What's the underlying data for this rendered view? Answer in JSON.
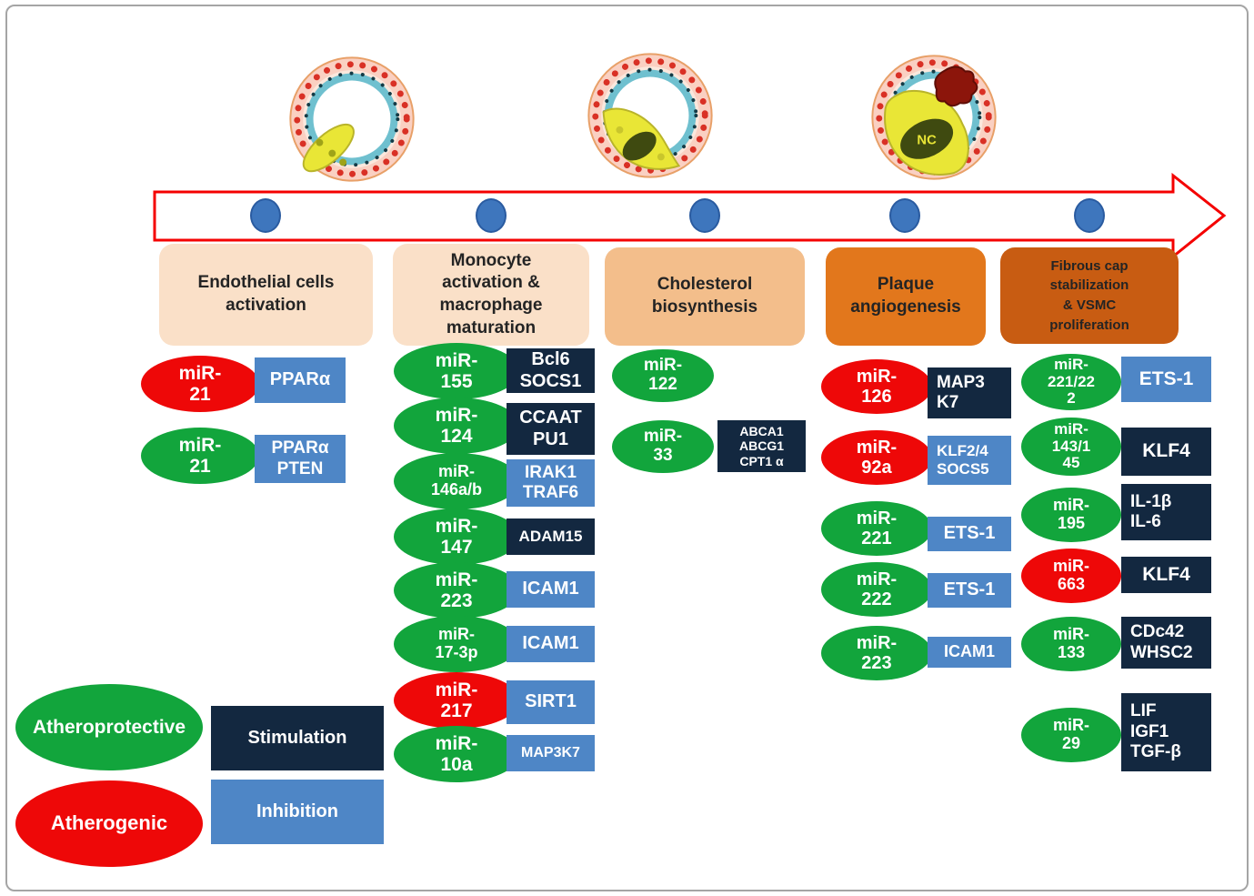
{
  "figure": {
    "border_color": "#A5A5A5",
    "background": "#FFFFFF"
  },
  "timeline": {
    "arrow_color": "#F40000",
    "dot_color": "#3E76BD",
    "dot_count": 5
  },
  "arteries": {
    "nc_label": "NC"
  },
  "legend": {
    "atheroprotective_label": "Atheroprotective",
    "atherogenic_label": "Atherogenic",
    "stimulation_label": "Stimulation",
    "inhibition_label": "Inhibition",
    "atheroprotective_color": "#12A53C",
    "atherogenic_color": "#EE0808",
    "stimulation_color": "#132840",
    "inhibition_color": "#4E86C6"
  },
  "stages": [
    {
      "label": "Endothelial cells\nactivation",
      "header_color": "#FAE0C8",
      "rows": [
        {
          "mir": "miR-\n21",
          "type": "atherogenic",
          "target": "PPARα",
          "action": "inhibition"
        },
        {
          "mir": "miR-\n21",
          "type": "atheroprotective",
          "target": "PPARα\nPTEN",
          "action": "inhibition"
        }
      ]
    },
    {
      "label": "Monocyte\nactivation &\nmacrophage\nmaturation",
      "header_color": "#FAE0C8",
      "rows": [
        {
          "mir": "miR-\n155",
          "type": "atheroprotective",
          "target": "Bcl6\nSOCS1",
          "action": "stimulation"
        },
        {
          "mir": "miR-\n124",
          "type": "atheroprotective",
          "target": "CCAAT\nPU1",
          "action": "stimulation"
        },
        {
          "mir": "miR-\n146a/b",
          "type": "atheroprotective",
          "target": "IRAK1\nTRAF6",
          "action": "inhibition"
        },
        {
          "mir": "miR-\n147",
          "type": "atheroprotective",
          "target": "ADAM15",
          "action": "stimulation"
        },
        {
          "mir": "miR-\n223",
          "type": "atheroprotective",
          "target": "ICAM1",
          "action": "inhibition"
        },
        {
          "mir": "miR-\n17-3p",
          "type": "atheroprotective",
          "target": "ICAM1",
          "action": "inhibition"
        },
        {
          "mir": "miR-\n217",
          "type": "atherogenic",
          "target": "SIRT1",
          "action": "inhibition"
        },
        {
          "mir": "miR-\n10a",
          "type": "atheroprotective",
          "target": "MAP3K7",
          "action": "inhibition"
        }
      ]
    },
    {
      "label": "Cholesterol\nbiosynthesis",
      "header_color": "#F3BE8B",
      "rows": [
        {
          "mir": "miR-\n122",
          "type": "atheroprotective",
          "target": "",
          "action": ""
        },
        {
          "mir": "miR-\n33",
          "type": "atheroprotective",
          "target": "ABCA1\nABCG1\nCPT1 α",
          "action": "stimulation"
        }
      ]
    },
    {
      "label": "Plaque\nangiogenesis",
      "header_color": "#E2771C",
      "rows": [
        {
          "mir": "miR-\n126",
          "type": "atherogenic",
          "target": "MAP3\nK7",
          "action": "stimulation"
        },
        {
          "mir": "miR-\n92a",
          "type": "atherogenic",
          "target": "KLF2/4\nSOCS5",
          "action": "inhibition"
        },
        {
          "mir": "miR-\n221",
          "type": "atheroprotective",
          "target": "ETS-1",
          "action": "inhibition"
        },
        {
          "mir": "miR-\n222",
          "type": "atheroprotective",
          "target": "ETS-1",
          "action": "inhibition"
        },
        {
          "mir": "miR-\n223",
          "type": "atheroprotective",
          "target": "ICAM1",
          "action": "inhibition"
        }
      ]
    },
    {
      "label": "Fibrous cap\nstabilization\n& VSMC\nproliferation",
      "header_color": "#C85C12",
      "rows": [
        {
          "mir": "miR-\n221/22\n2",
          "type": "atheroprotective",
          "target": "ETS-1",
          "action": "inhibition"
        },
        {
          "mir": "miR-\n143/1\n45",
          "type": "atheroprotective",
          "target": "KLF4",
          "action": "stimulation"
        },
        {
          "mir": "miR-\n195",
          "type": "atheroprotective",
          "target": "IL-1β\nIL-6",
          "action": "stimulation"
        },
        {
          "mir": "miR-\n663",
          "type": "atherogenic",
          "target": "KLF4",
          "action": "stimulation"
        },
        {
          "mir": "miR-\n133",
          "type": "atheroprotective",
          "target": "CDc42\nWHSC2",
          "action": "stimulation"
        },
        {
          "mir": "miR-\n29",
          "type": "atheroprotective",
          "target": "LIF\nIGF1\nTGF-β",
          "action": "stimulation"
        }
      ]
    }
  ]
}
